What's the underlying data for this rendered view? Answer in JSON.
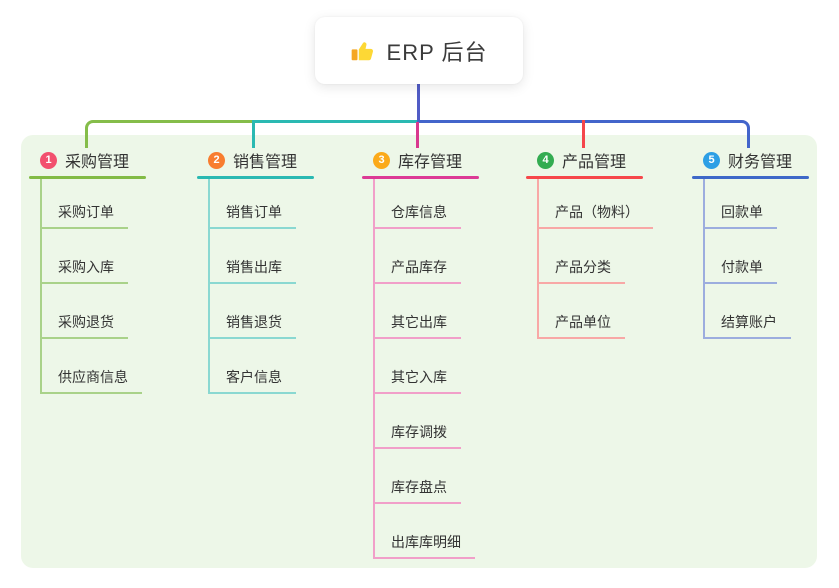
{
  "root": {
    "label": "ERP 后台",
    "icon": "thumbs-up-icon"
  },
  "panel": {
    "bg": "#edf7e8"
  },
  "connectors": {
    "root_vertical": "#515cc6",
    "left_green": "#85bd4a",
    "teal_segment": "#2ab9b2",
    "teal_drop": "#2ab9b2",
    "right_blue": "#4365cb",
    "magenta_drop": "#d9388f",
    "red_drop": "#f5464b"
  },
  "branches": [
    {
      "num": "1",
      "title": "采购管理",
      "badge_color": "#f2506e",
      "line_color": "#82bb45",
      "child_line_color": "#a9d289",
      "children": [
        "采购订单",
        "采购入库",
        "采购退货",
        "供应商信息"
      ]
    },
    {
      "num": "2",
      "title": "销售管理",
      "badge_color": "#f87d2f",
      "line_color": "#2ab9b2",
      "child_line_color": "#8ad8d1",
      "children": [
        "销售订单",
        "销售出库",
        "销售退货",
        "客户信息"
      ]
    },
    {
      "num": "3",
      "title": "库存管理",
      "badge_color": "#fbaa1a",
      "line_color": "#dc3a95",
      "child_line_color": "#f19fc9",
      "children": [
        "仓库信息",
        "产品库存",
        "其它出库",
        "其它入库",
        "库存调拨",
        "库存盘点",
        "出库库明细"
      ]
    },
    {
      "num": "4",
      "title": "产品管理",
      "badge_color": "#33ac51",
      "line_color": "#f6474a",
      "child_line_color": "#f8a8a6",
      "children": [
        "产品（物料）",
        "产品分类",
        "产品单位"
      ]
    },
    {
      "num": "5",
      "title": "财务管理",
      "badge_color": "#2d9fe5",
      "line_color": "#3e68c8",
      "child_line_color": "#9cadde",
      "children": [
        "回款单",
        "付款单",
        "结算账户"
      ]
    }
  ]
}
